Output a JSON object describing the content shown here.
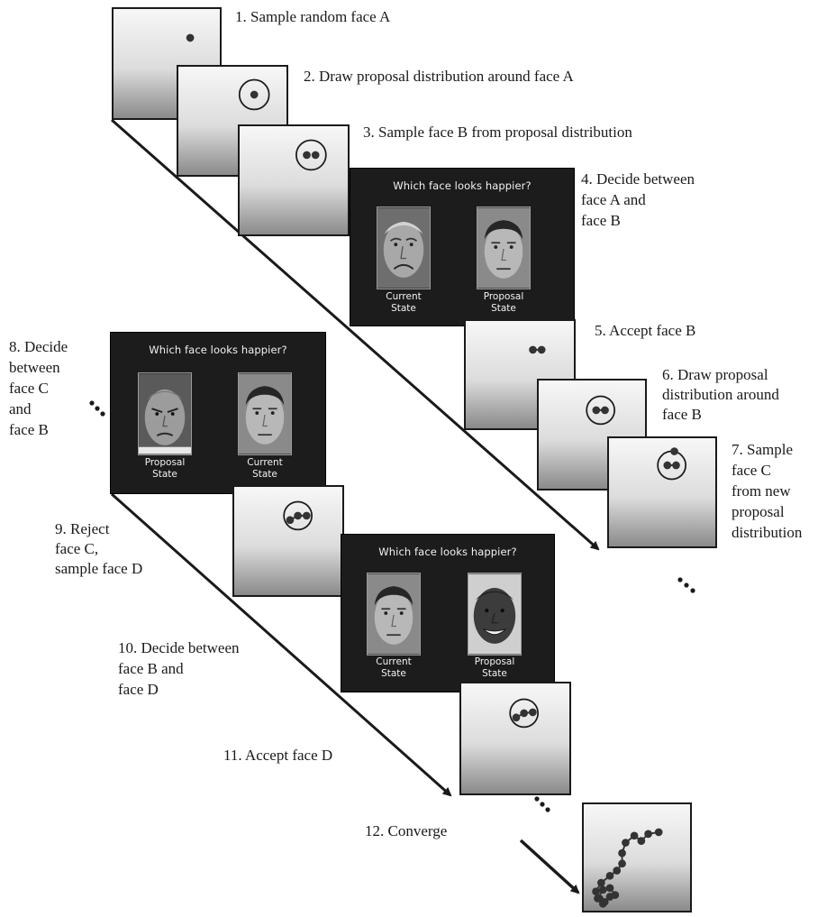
{
  "steps": {
    "s1": "1. Sample random face A",
    "s2": "2. Draw proposal distribution around face A",
    "s3": "3. Sample face B from proposal distribution",
    "s4": "4. Decide between\nface A and\nface B",
    "s5": "5. Accept face B",
    "s6": "6. Draw proposal\ndistribution around\nface B",
    "s7": "7. Sample\nface C\nfrom new\nproposal\ndistribution",
    "s8": "8. Decide\nbetween\nface C\nand\nface B",
    "s9": "9. Reject\nface C,\nsample face D",
    "s10": "10. Decide between\nface B and\nface D",
    "s11": "11. Accept face D",
    "s12": "12. Converge"
  },
  "screens": [
    {
      "question": "Which face looks happier?",
      "left_label": "Current\nState",
      "right_label": "Proposal\nState",
      "left_face": "frowning-older-man",
      "right_face": "neutral-young-man"
    },
    {
      "question": "Which face looks happier?",
      "left_label": "Proposal\nState",
      "right_label": "Current\nState",
      "left_face": "scowling-man",
      "right_face": "neutral-young-man"
    },
    {
      "question": "Which face looks happier?",
      "left_label": "Current\nState",
      "right_label": "Proposal\nState",
      "left_face": "neutral-young-man",
      "right_face": "smiling-man"
    }
  ],
  "ellipsis": "...",
  "colors": {
    "screen_bg": "#1c1c1c",
    "stroke": "#1a1a1a",
    "dot": "#333333"
  }
}
